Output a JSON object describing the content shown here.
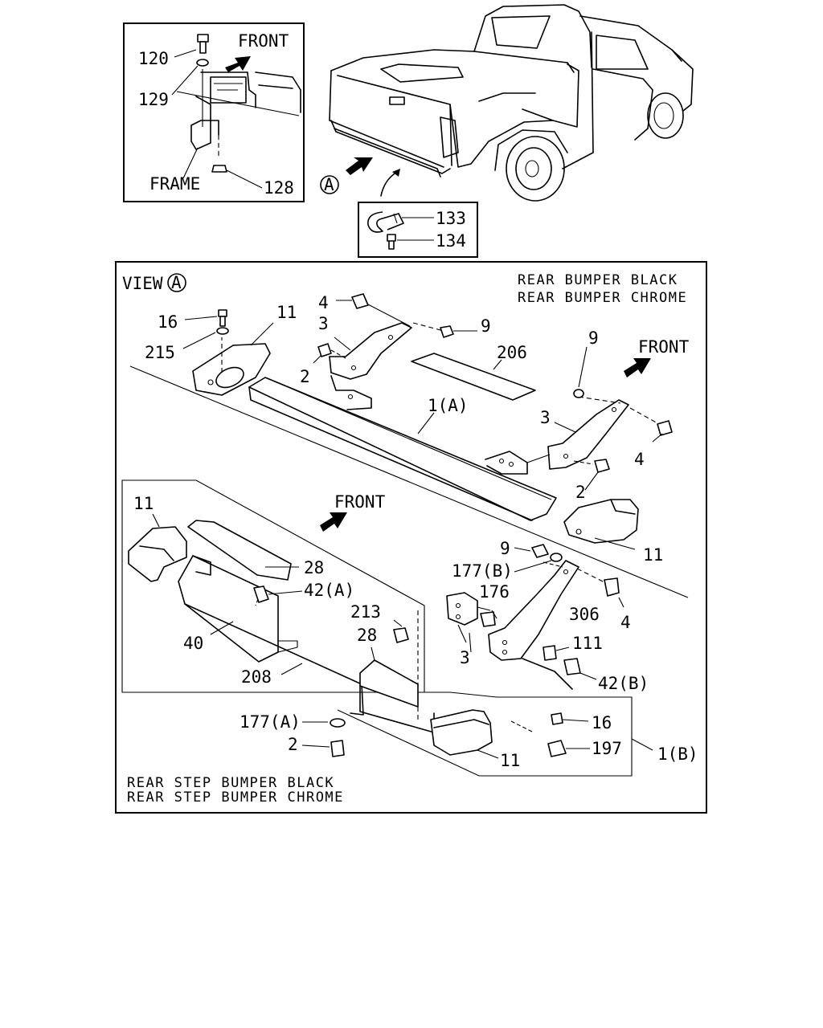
{
  "inset_top_left": {
    "front_label": "FRONT",
    "frame_label": "FRAME",
    "parts": {
      "p120": "120",
      "p129": "129",
      "p128": "128"
    }
  },
  "inset_hook": {
    "parts": {
      "p133": "133",
      "p134": "134"
    }
  },
  "view_marker": "A",
  "view_a": {
    "view_label": "VIEW",
    "view_circle": "A",
    "captions": [
      "REAR BUMPER BLACK",
      "REAR BUMPER CHROME"
    ],
    "front_label": "FRONT",
    "parts": {
      "p16": "16",
      "p215": "215",
      "p11": "11",
      "p4": "4",
      "p3": "3",
      "p2": "2",
      "p9": "9",
      "p206": "206",
      "p1a": "1(A)"
    }
  },
  "view_a_right": {
    "parts": {
      "p9": "9",
      "p3": "3",
      "p4": "4",
      "p2": "2",
      "p11": "11"
    }
  },
  "step_bumper": {
    "front_label": "FRONT",
    "captions": [
      "REAR STEP BUMPER BLACK",
      "REAR STEP BUMPER CHROME"
    ],
    "parts": {
      "p11a": "11",
      "p28a": "28",
      "p42a": "42(A)",
      "p40": "40",
      "p208": "208",
      "p213": "213",
      "p28b": "28",
      "p177a": "177(A)",
      "p2": "2",
      "p9": "9",
      "p177b": "177(B)",
      "p176": "176",
      "p306": "306",
      "p4": "4",
      "p3": "3",
      "p111": "111",
      "p42b": "42(B)",
      "p16": "16",
      "p197": "197",
      "p1b": "1(B)",
      "p11b": "11"
    }
  }
}
